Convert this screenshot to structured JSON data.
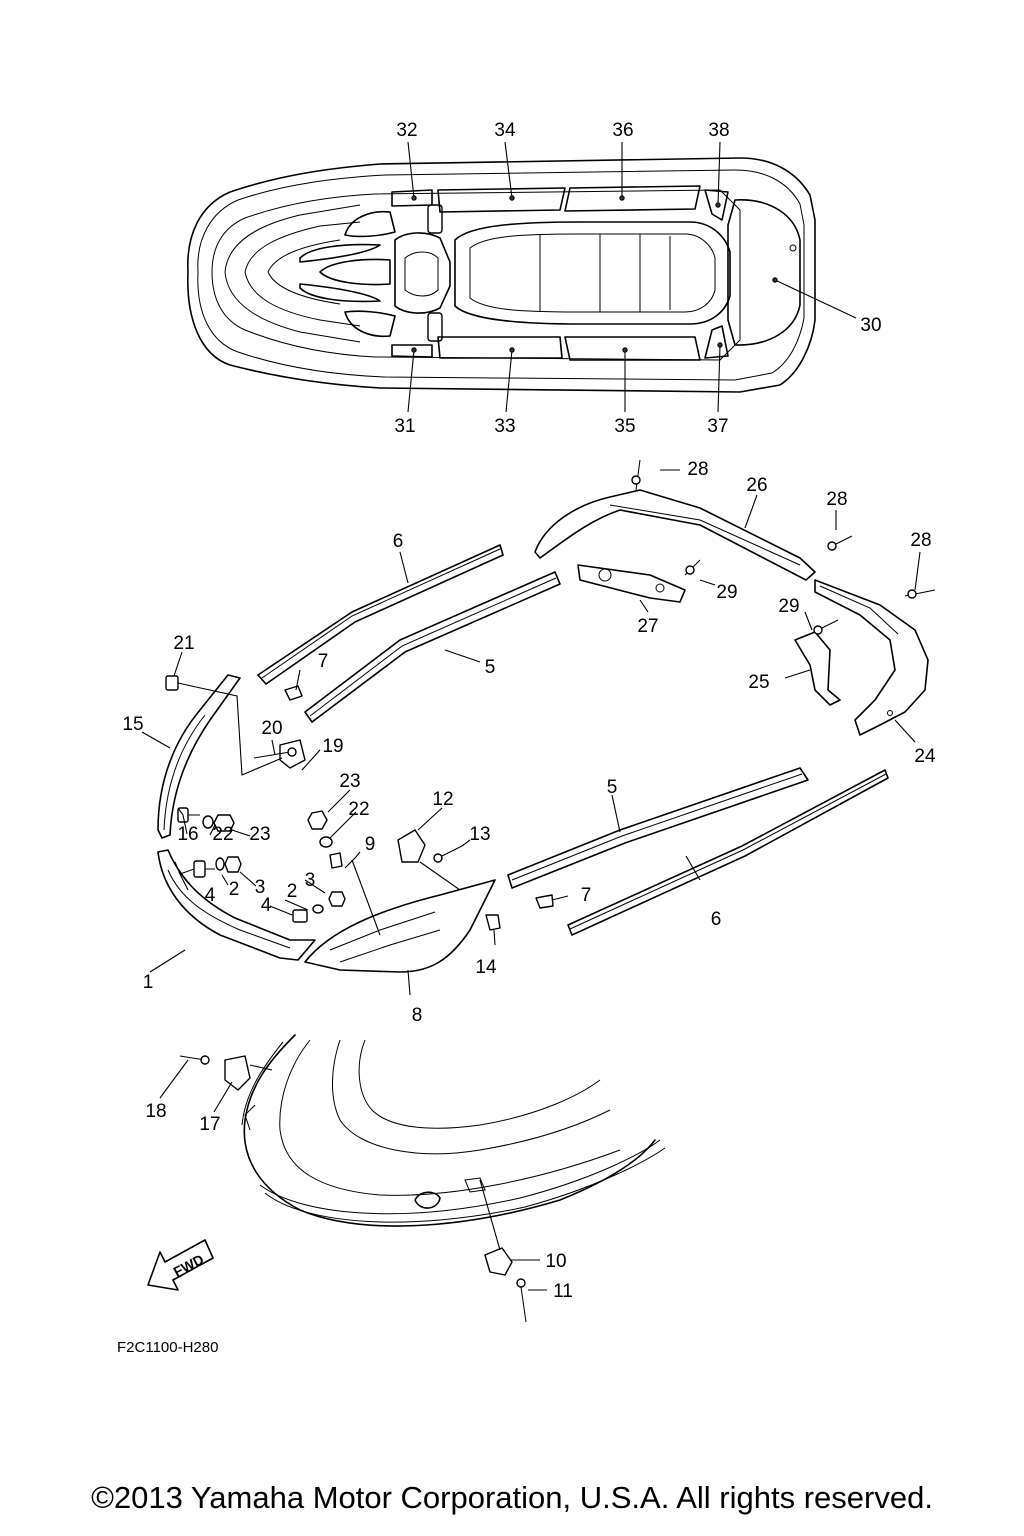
{
  "diagram": {
    "drawing_code": "F2C1100-H280",
    "fwd_label": "FWD",
    "copyright": "©2013 Yamaha Motor Corporation, U.S.A. All rights reserved.",
    "callouts": [
      "1",
      "2",
      "2",
      "3",
      "3",
      "4",
      "4",
      "5",
      "5",
      "6",
      "6",
      "7",
      "7",
      "8",
      "9",
      "10",
      "11",
      "12",
      "13",
      "14",
      "15",
      "16",
      "17",
      "18",
      "19",
      "20",
      "21",
      "22",
      "22",
      "23",
      "23",
      "24",
      "25",
      "26",
      "27",
      "28",
      "28",
      "28",
      "29",
      "29",
      "30",
      "31",
      "32",
      "33",
      "34",
      "35",
      "36",
      "37",
      "38"
    ]
  }
}
